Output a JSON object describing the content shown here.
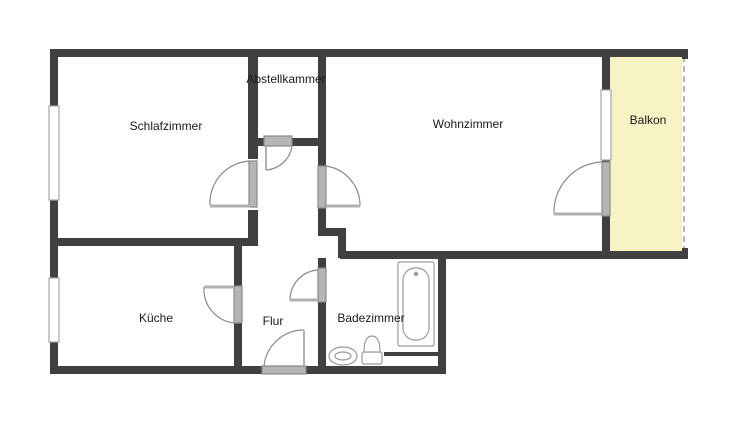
{
  "rooms": {
    "schlafzimmer": "Schlafzimmer",
    "abstellkammer": "Abstellkammer",
    "wohnzimmer": "Wohnzimmer",
    "balkon": "Balkon",
    "kueche": "Küche",
    "flur": "Flur",
    "badezimmer": "Badezimmer"
  },
  "colors": {
    "wall": "#404040",
    "window": "#a8a8a8",
    "door": "#8a8a8a",
    "balcony": "#f7f3c4",
    "fixture": "#bdbdbd"
  }
}
